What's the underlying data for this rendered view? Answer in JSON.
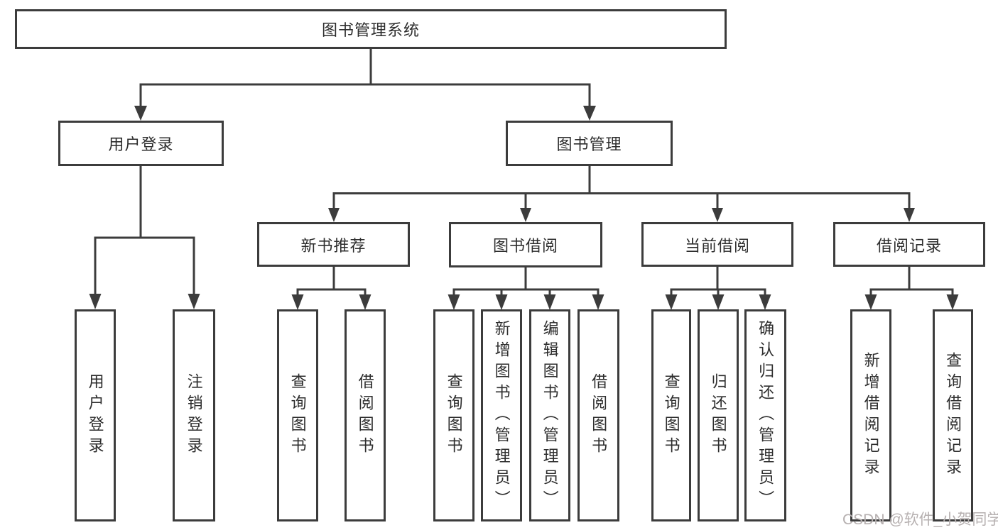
{
  "diagram": {
    "root": {
      "label": "图书管理系统"
    },
    "level2": [
      {
        "label": "用户登录"
      },
      {
        "label": "图书管理"
      }
    ],
    "level3": [
      {
        "label": "新书推荐"
      },
      {
        "label": "图书借阅"
      },
      {
        "label": "当前借阅"
      },
      {
        "label": "借阅记录"
      }
    ],
    "leaves": {
      "user_login": [
        "用户登录",
        "注销登录"
      ],
      "new_book": [
        "查询图书",
        "借阅图书"
      ],
      "book_borrow": [
        "查询图书",
        "新增图书（管理员）",
        "编辑图书（管理员）",
        "借阅图书"
      ],
      "current_borrow": [
        "查询图书",
        "归还图书",
        "确认归还（管理员）"
      ],
      "borrow_record": [
        "新增借阅记录",
        "查询借阅记录"
      ]
    }
  },
  "watermark": "CSDN @软件_小贺同学",
  "colors": {
    "line": "#3c3c3c",
    "text": "#2d2d2d",
    "watermark": "#b6b0b0",
    "background": "#ffffff"
  }
}
